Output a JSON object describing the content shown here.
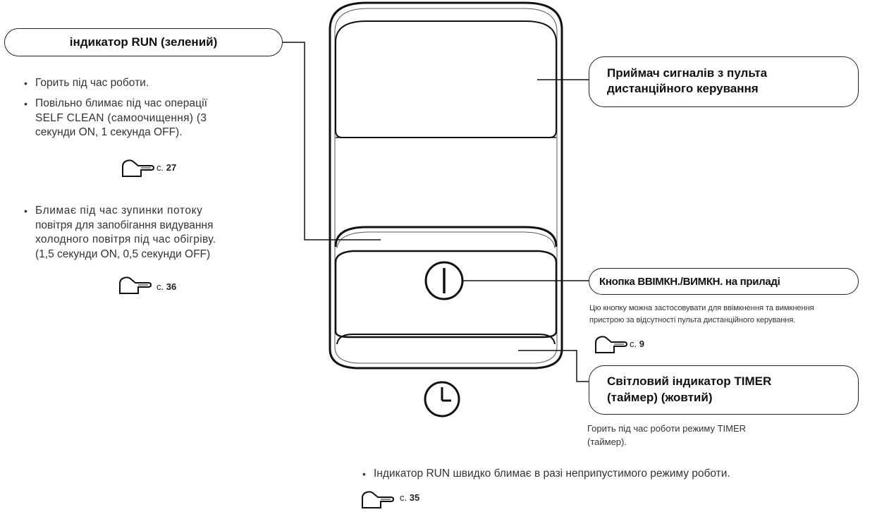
{
  "run_indicator": {
    "title": "індикатор RUN (зелений)",
    "bullet1": "Горить під час роботи.",
    "bullet2_l1": "Повільно блимає під час операції",
    "bullet2_l2": "SELF CLEAN (самоочищення) (3",
    "bullet2_l3": "секунди ON, 1 секунда OFF).",
    "ref1_prefix": "с.",
    "ref1_page": "27",
    "bullet3_l1": "Блимає під час зупинки потоку",
    "bullet3_l2": "повітря для запобігання видування",
    "bullet3_l3": "холодного повітря під час обігріву.",
    "bullet3_l4": "(1,5 секунди ON, 0,5 секунди OFF)",
    "ref2_prefix": "с.",
    "ref2_page": "36"
  },
  "receiver": {
    "title_l1": "Приймач сигналів з пульта",
    "title_l2": "дистанційного керування"
  },
  "power_button": {
    "title": "Кнопка ВВІМКН./ВИМКН. на приладі",
    "note_l1": "Цю кнопку можна застосовувати для ввімкнення та вимкнення",
    "note_l2": "пристрою за відсутності пульта дистанційного керування.",
    "ref_prefix": "с.",
    "ref_page": "9"
  },
  "timer_indicator": {
    "title_l1": "Світловий індикатор TIMER",
    "title_l2": "(таймер) (жовтий)",
    "note_l1": "Горить під час роботи режиму TIMER",
    "note_l2": "(таймер)."
  },
  "footer": {
    "bullet": "Індикатор RUN швидко блимає в разі неприпустимого режиму роботи.",
    "ref_prefix": "с.",
    "ref_page": "35"
  }
}
